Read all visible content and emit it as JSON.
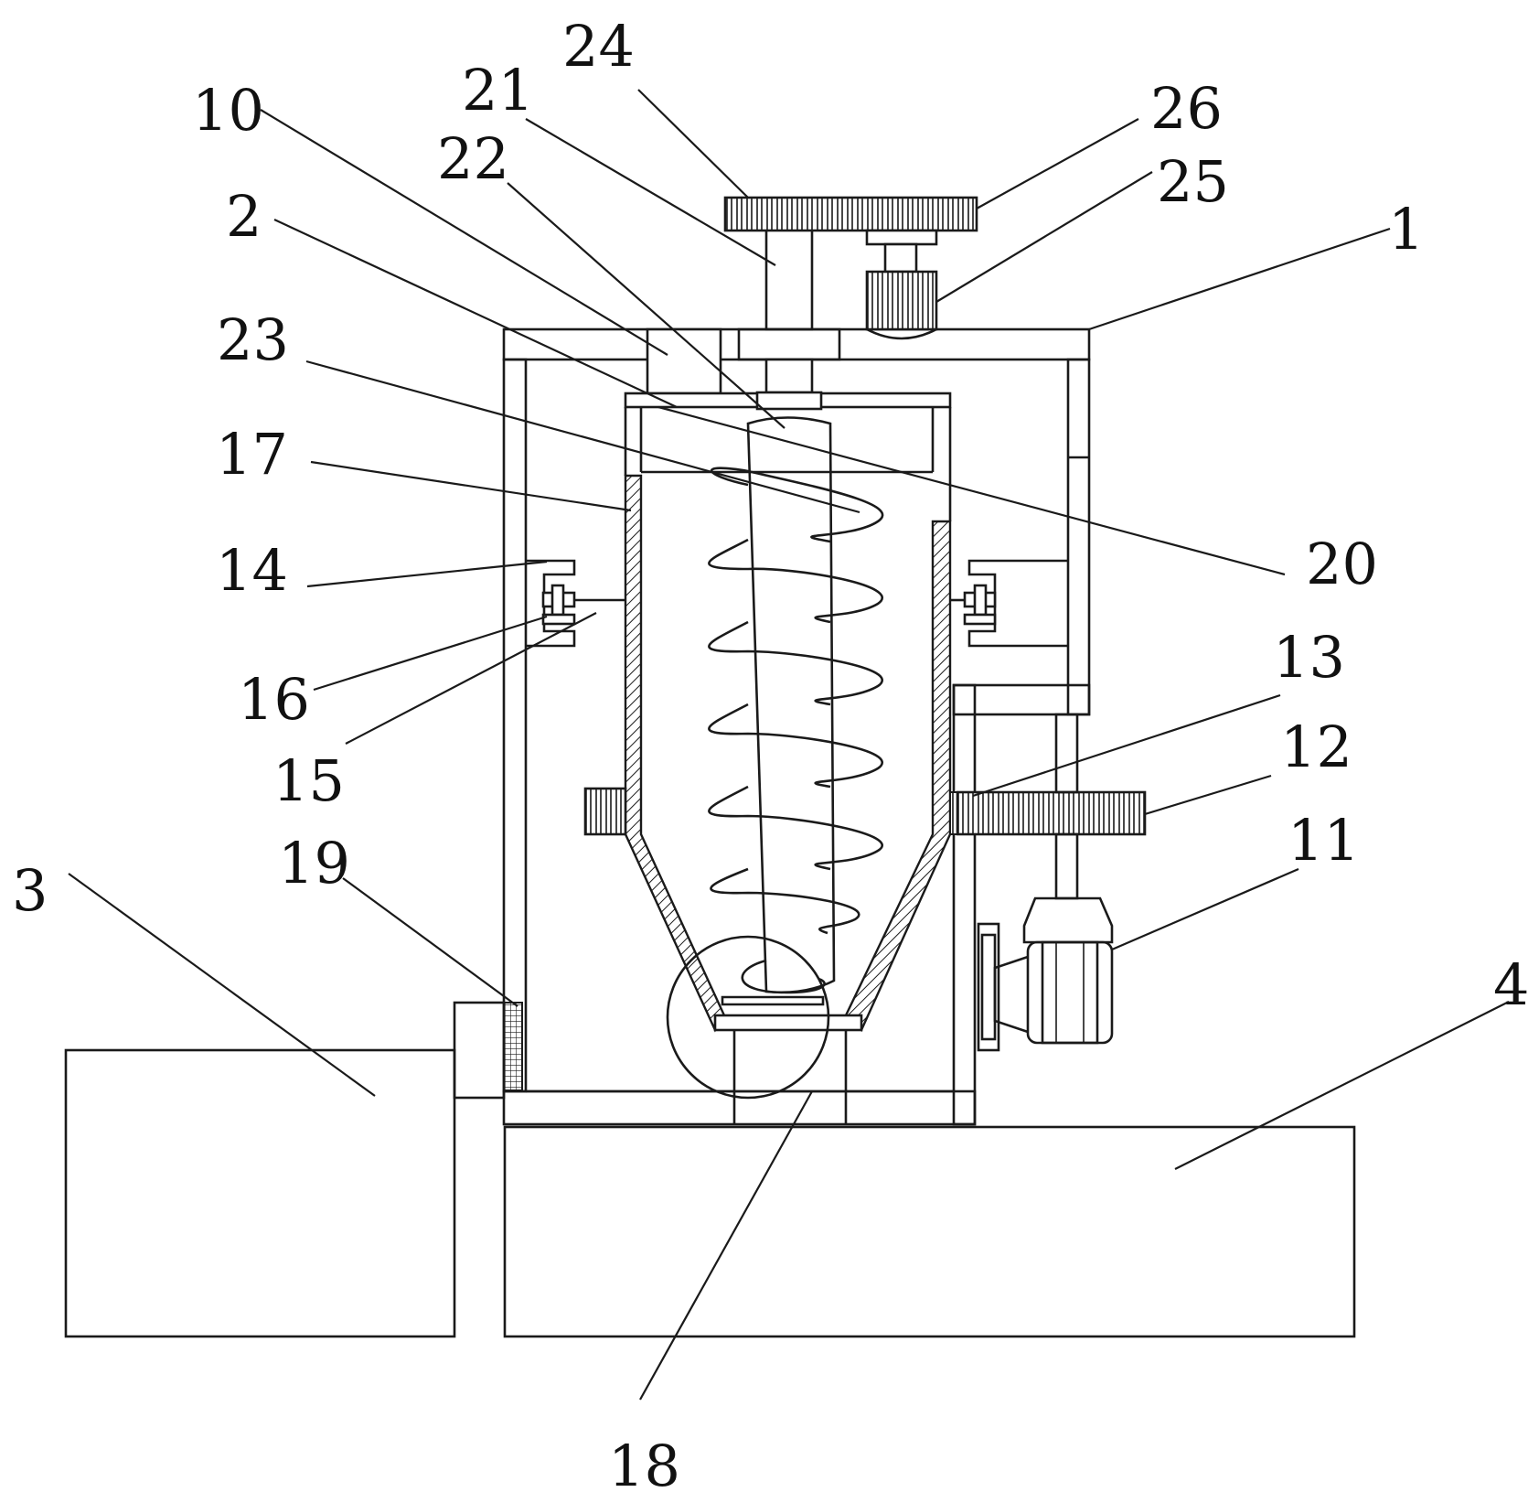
{
  "labels": {
    "l1": "1",
    "l2": "2",
    "l3": "3",
    "l4": "4",
    "l10": "10",
    "l11": "11",
    "l12": "12",
    "l13": "13",
    "l14": "14",
    "l15": "15",
    "l16": "16",
    "l17": "17",
    "l18": "18",
    "l19": "19",
    "l20": "20",
    "l21": "21",
    "l22": "22",
    "l23": "23",
    "l24": "24",
    "l25": "25",
    "l26": "26"
  }
}
